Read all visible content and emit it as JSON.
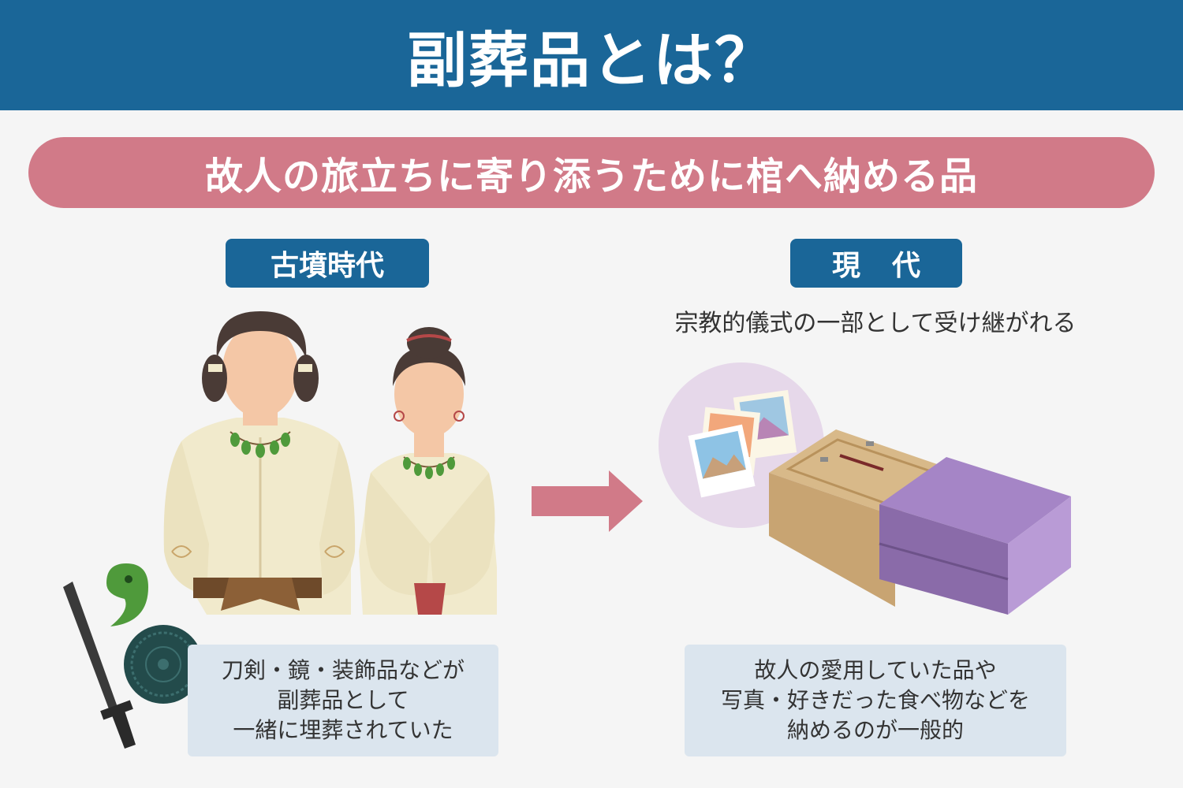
{
  "header": {
    "title": "副葬品とは？"
  },
  "subtitle": "故人の旅立ちに寄り添うために棺へ納める品",
  "left": {
    "tag": "古墳時代",
    "caption": [
      "刀剣・鏡・装飾品などが",
      "副葬品として",
      "一緒に埋葬されていた"
    ]
  },
  "right": {
    "tag": "現代",
    "description": "宗教的儀式の一部として受け継がれる",
    "caption": [
      "故人の愛用していた品や",
      "写真・好きだった食べ物などを",
      "納めるのが一般的"
    ]
  },
  "colors": {
    "header_bg": "#1a6698",
    "pill_pink": "#d17a88",
    "caption_bg": "#dbe5ee",
    "coffin_cloth": "#a585c6"
  }
}
